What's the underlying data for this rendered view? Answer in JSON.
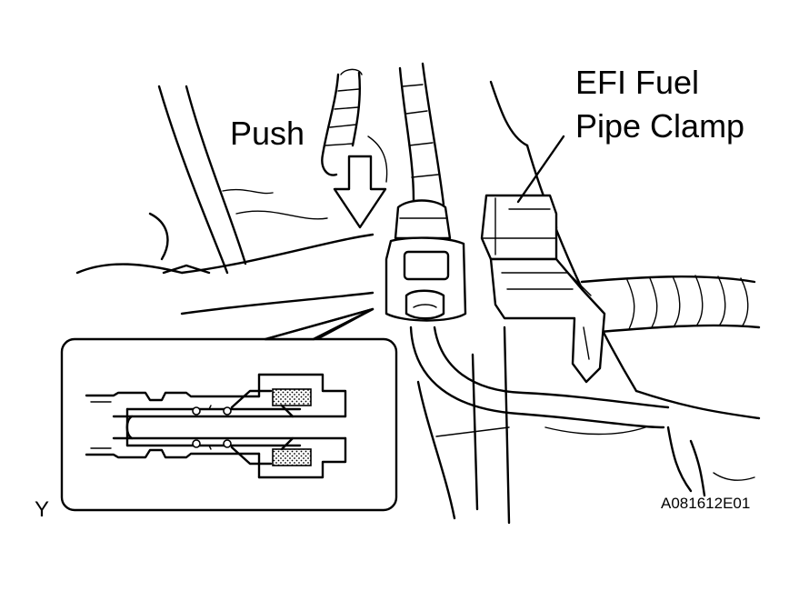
{
  "labels": {
    "push": "Push",
    "clamp_line1": "EFI Fuel",
    "clamp_line2": "Pipe Clamp",
    "figure_code": "A081612E01",
    "corner_mark": "Y"
  },
  "colors": {
    "line": "#000000",
    "background": "#ffffff",
    "hatch": "#000000"
  }
}
